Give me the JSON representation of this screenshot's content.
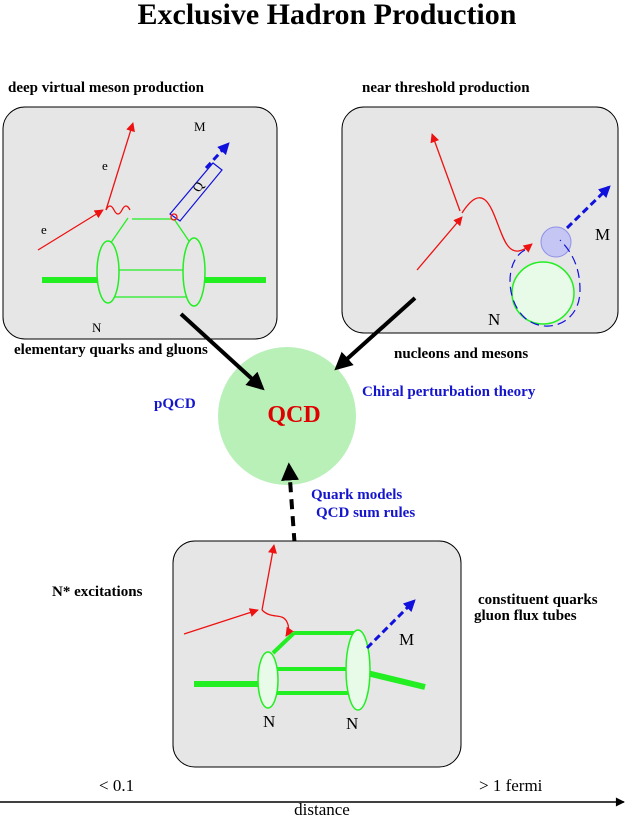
{
  "title": "Exclusive Hadron Production",
  "panels": {
    "dvmp": {
      "heading": "deep virtual meson production",
      "caption": "elementary quarks and gluons",
      "labels": {
        "e_in": "e",
        "e_out": "e",
        "meson": "M",
        "photon": "Q",
        "nucleon": "N"
      }
    },
    "threshold": {
      "heading": "near threshold production",
      "caption": "nucleons and mesons",
      "labels": {
        "meson": "M",
        "nucleon": "N"
      }
    },
    "resonance": {
      "heading": "N* excitations",
      "caption_line1": "constituent quarks",
      "caption_line2": "gluon flux tubes",
      "labels": {
        "meson": "M",
        "nucleon_in": "N",
        "nucleon_out": "N"
      }
    }
  },
  "center": {
    "label": "QCD",
    "left_label": "pQCD",
    "right_label": "Chiral perturbation theory",
    "lower_label_1": "Quark models",
    "lower_label_2": "QCD sum rules"
  },
  "axis": {
    "left_tick": "<  0.1",
    "right_tick": ">  1   fermi",
    "label": "distance"
  },
  "colors": {
    "panel_fill": "#e6e6e6",
    "qcd_fill": "#b8f0b8",
    "quark_green": "#22ee22",
    "lepton_red": "#ee1111",
    "meson_blue": "#1111dd",
    "label_blue": "#1515cc",
    "qcd_red": "#e00000"
  }
}
